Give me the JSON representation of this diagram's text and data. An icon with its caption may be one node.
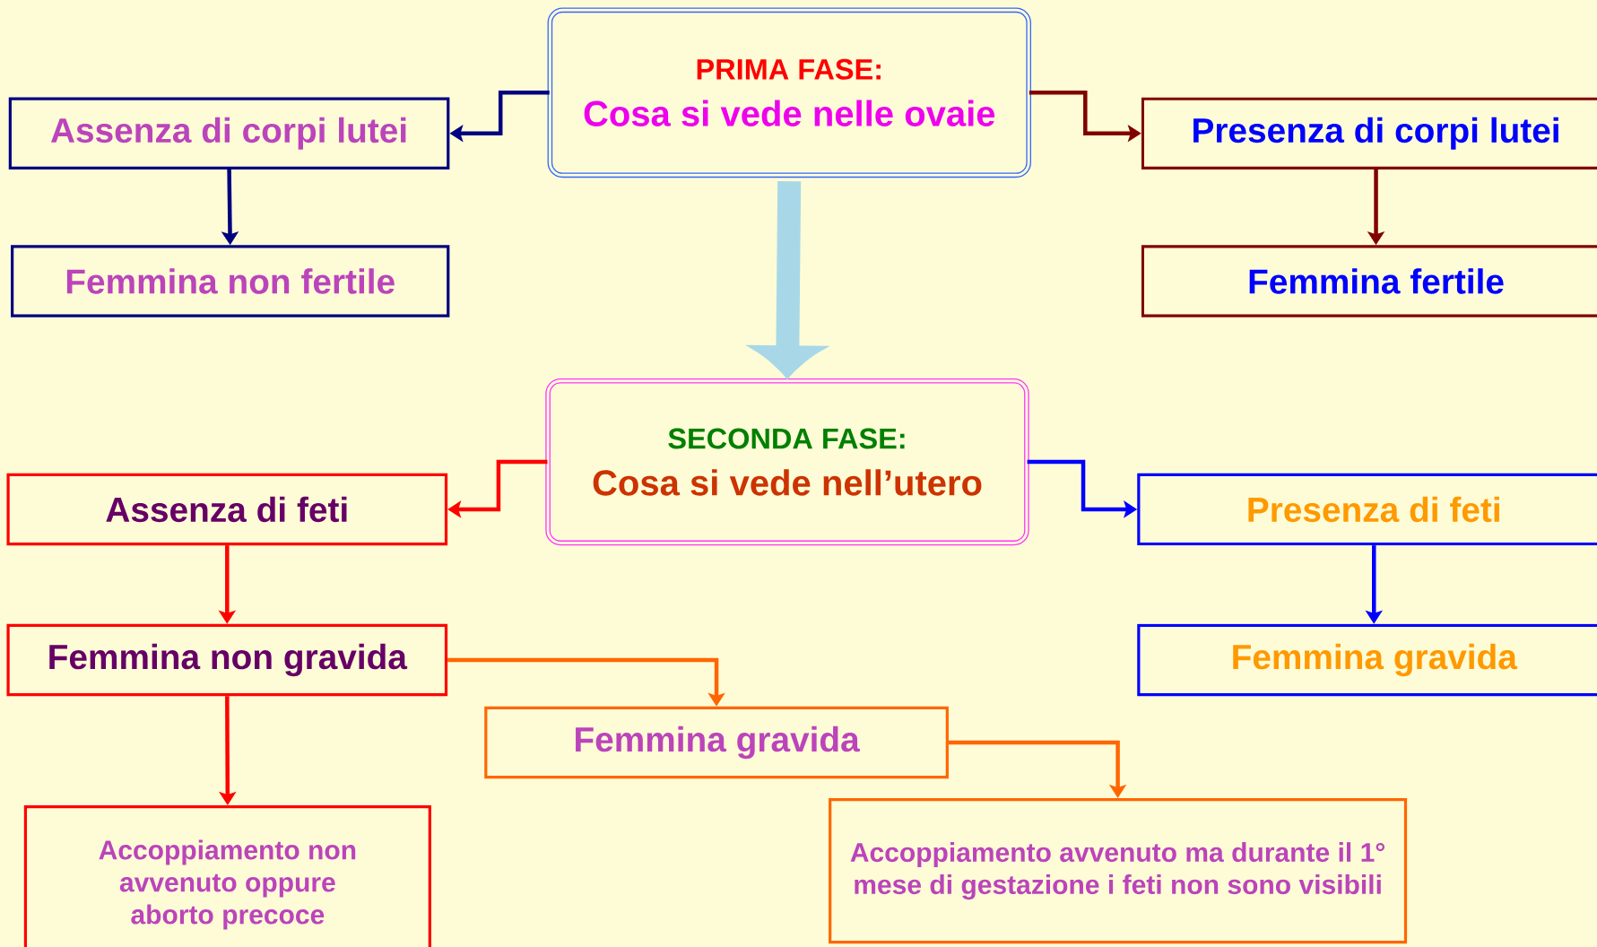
{
  "diagram": {
    "nodes": [
      {
        "text": [
          "PRIMA FASE:",
          "Cosa si vede nelle ovaie"
        ]
      },
      {
        "text": [
          "Assenza di corpi lutei"
        ]
      },
      {
        "text": [
          "Presenza di corpi lutei"
        ]
      },
      {
        "text": [
          "Femmina non fertile"
        ]
      },
      {
        "text": [
          "Femmina fertile"
        ]
      },
      {
        "text": [
          "SECONDA FASE:",
          "Cosa si vede nell’utero"
        ]
      },
      {
        "text": [
          "Assenza di feti"
        ]
      },
      {
        "text": [
          "Presenza di feti"
        ]
      },
      {
        "text": [
          "Femmina non gravida"
        ]
      },
      {
        "text": [
          "Femmina gravida"
        ]
      },
      {
        "text": [
          "Femmina gravida"
        ]
      },
      {
        "text": [
          "Accoppiamento non avvenuto oppure aborto precoce"
        ]
      },
      {
        "text": [
          "Accoppiamento avvenuto ma durante il 1° mese di gestazione i feti non sono visibili"
        ]
      }
    ],
    "edges": [
      {
        "from": 0,
        "to": 1,
        "arrow": "to",
        "color": "#000080"
      },
      {
        "from": 0,
        "to": 2,
        "arrow": "to",
        "color": "#800000"
      },
      {
        "from": 1,
        "to": 3,
        "arrow": "to",
        "color": "#000080"
      },
      {
        "from": 2,
        "to": 4,
        "arrow": "to",
        "color": "#800000"
      },
      {
        "from": 0,
        "to": 5,
        "arrow": "to",
        "style": "thick",
        "color": "#a8d8e8"
      },
      {
        "from": 5,
        "to": 6,
        "arrow": "to",
        "color": "#ff0000"
      },
      {
        "from": 5,
        "to": 7,
        "arrow": "to",
        "color": "#0000ff"
      },
      {
        "from": 6,
        "to": 8,
        "arrow": "to",
        "color": "#ff0000"
      },
      {
        "from": 7,
        "to": 9,
        "arrow": "to",
        "color": "#0000ff"
      },
      {
        "from": 8,
        "to": 10,
        "arrow": "to",
        "color": "#ff6600"
      },
      {
        "from": 8,
        "to": 11,
        "arrow": "to",
        "color": "#ff0000"
      },
      {
        "from": 10,
        "to": 12,
        "arrow": "to",
        "color": "#ff6600"
      }
    ]
  }
}
